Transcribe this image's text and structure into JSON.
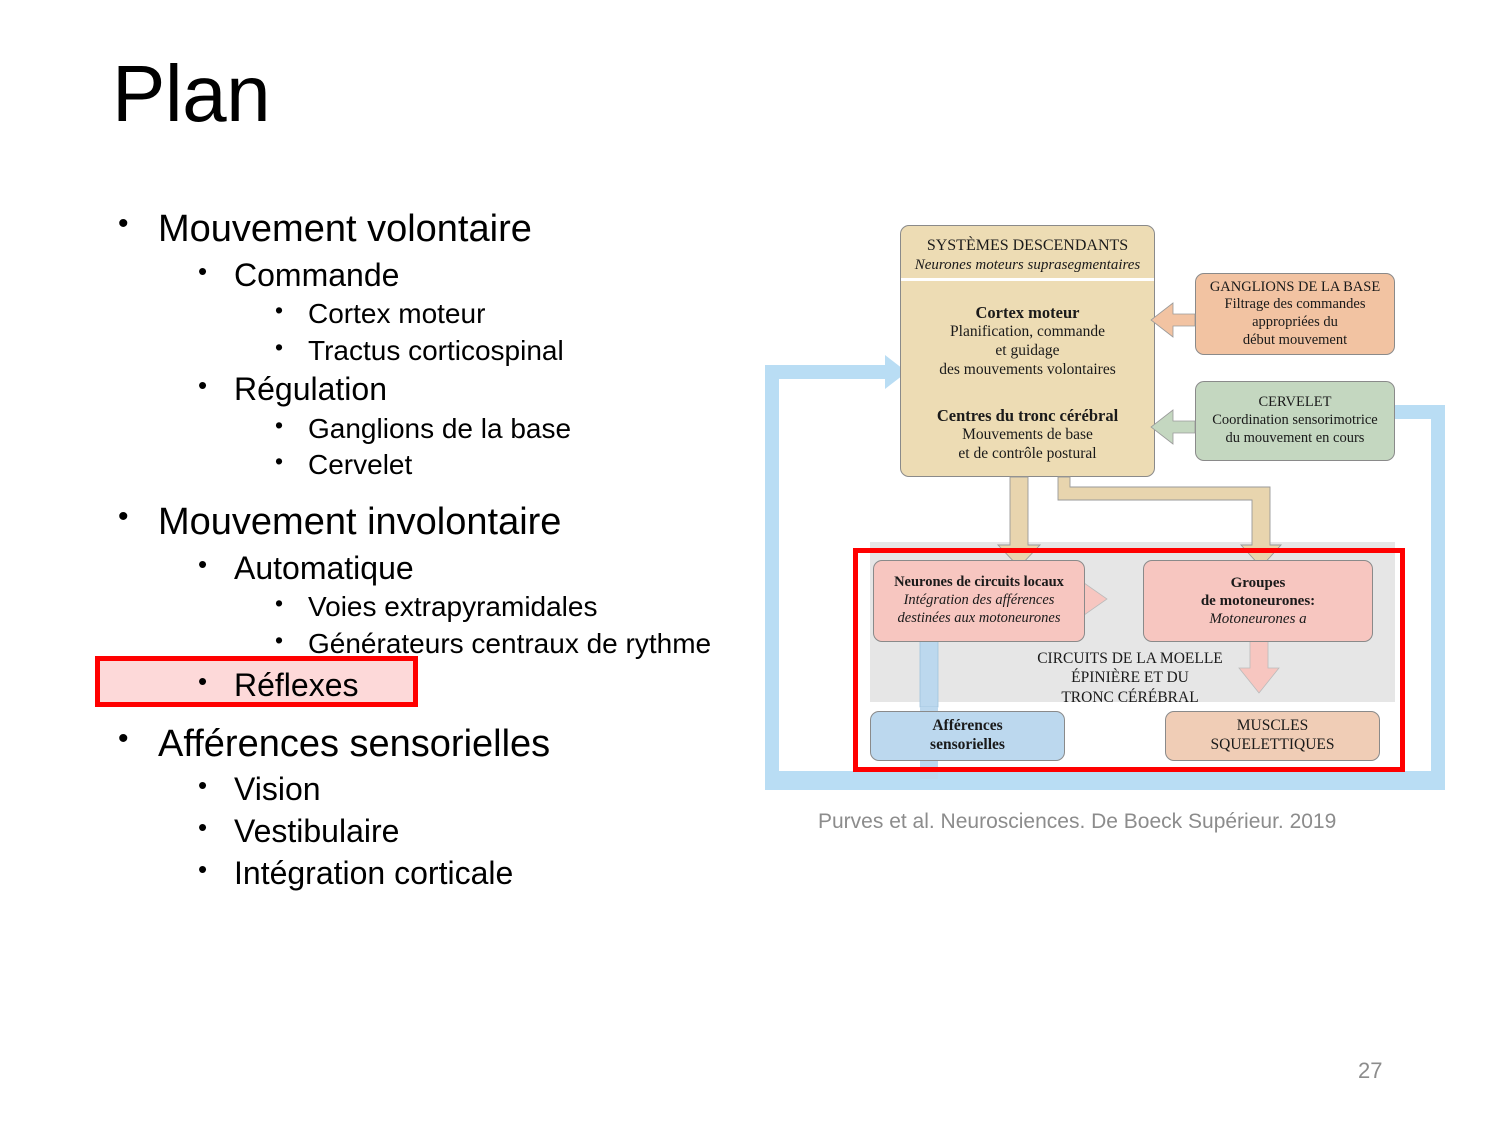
{
  "slide": {
    "title": "Plan",
    "page_number": "27",
    "caption": "Purves et al. Neurosciences. De Boeck Supérieur. 2019"
  },
  "outline": [
    {
      "level": 1,
      "text": "Mouvement volontaire",
      "bullet": "•",
      "highlighted": false
    },
    {
      "level": 2,
      "text": "Commande",
      "bullet": "•",
      "highlighted": false
    },
    {
      "level": 3,
      "text": "Cortex moteur",
      "bullet": "•",
      "highlighted": false
    },
    {
      "level": 3,
      "text": "Tractus corticospinal",
      "bullet": "•",
      "highlighted": false
    },
    {
      "level": 2,
      "text": "Régulation",
      "bullet": "•",
      "highlighted": false
    },
    {
      "level": 3,
      "text": "Ganglions de la base",
      "bullet": "•",
      "highlighted": false
    },
    {
      "level": 3,
      "text": "Cervelet",
      "bullet": "•",
      "highlighted": false
    },
    {
      "level": 1,
      "text": "Mouvement involontaire",
      "bullet": "•",
      "highlighted": false
    },
    {
      "level": 2,
      "text": "Automatique",
      "bullet": "•",
      "highlighted": false
    },
    {
      "level": 3,
      "text": "Voies extrapyramidales",
      "bullet": "•",
      "highlighted": false
    },
    {
      "level": 3,
      "text": "Générateurs centraux de rythme",
      "bullet": "•",
      "highlighted": false
    },
    {
      "level": 2,
      "text": "Réflexes",
      "bullet": "•",
      "highlighted": true
    },
    {
      "level": 1,
      "text": "Afférences sensorielles",
      "bullet": "•",
      "highlighted": false
    },
    {
      "level": 2,
      "text": "Vision",
      "bullet": "•",
      "highlighted": false
    },
    {
      "level": 2,
      "text": "Vestibulaire",
      "bullet": "•",
      "highlighted": false
    },
    {
      "level": 2,
      "text": "Intégration corticale",
      "bullet": "•",
      "highlighted": false
    }
  ],
  "figure": {
    "descending_header_title": "SYSTÈMES DESCENDANTS",
    "descending_header_sub": "Neurones moteurs suprasegmentaires",
    "cortex_title": "Cortex moteur",
    "cortex_body_1": "Planification, commande",
    "cortex_body_2": "et guidage",
    "cortex_body_3": "des mouvements volontaires",
    "brainstem_title": "Centres du tronc cérébral",
    "brainstem_body_1": "Mouvements de base",
    "brainstem_body_2": "et de contrôle postural",
    "basal_title": "GANGLIONS DE LA BASE",
    "basal_body_1": "Filtrage des commandes",
    "basal_body_2": "appropriées du",
    "basal_body_3": "début mouvement",
    "cerebellum_title": "CERVELET",
    "cerebellum_body_1": "Coordination sensorimotrice",
    "cerebellum_body_2": "du mouvement en cours",
    "local_title": "Neurones de circuits locaux",
    "local_body_1": "Intégration des afférences",
    "local_body_2": "destinées aux motoneurones",
    "motor_title_1": "Groupes",
    "motor_title_2": "de motoneurones:",
    "motor_sub": "Motoneurones a",
    "circuits_line_1": "CIRCUITS DE LA MOELLE",
    "circuits_line_2": "ÉPINIÈRE ET DU",
    "circuits_line_3": "TRONC CÉRÉBRAL",
    "afferents_line_1": "Afférences",
    "afferents_line_2": "sensorielles",
    "muscles_line_1": "MUSCLES",
    "muscles_line_2": "SQUELETTIQUES"
  },
  "colors": {
    "highlight_border": "#ff0000",
    "highlight_fill": "#fdd9d9",
    "tan": "#eddcb4",
    "salmon": "#f2c3a2",
    "green": "#c4d7c0",
    "pink": "#f7c6c0",
    "blue": "#bcd8ee",
    "peach": "#f0cdb6",
    "grey_panel": "#e6e6e6",
    "blue_arrow": "#b9ddf4",
    "caption_grey": "#8c8c8c"
  }
}
